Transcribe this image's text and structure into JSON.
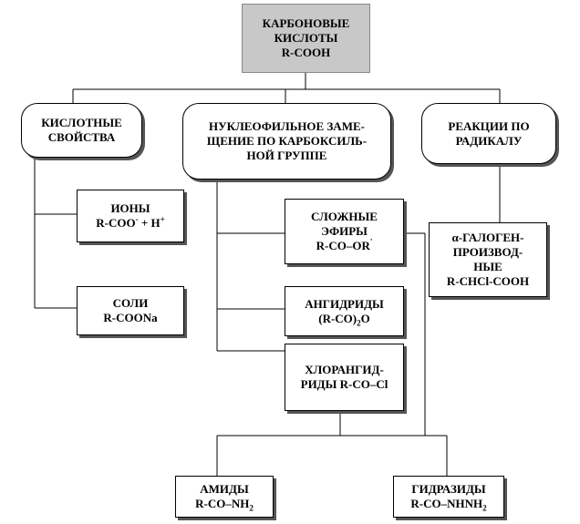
{
  "title": {
    "line1": "КАРБОНОВЫЕ",
    "line2": "КИСЛОТЫ",
    "line3": "R-COOH"
  },
  "branches": {
    "acid": {
      "line1": "КИСЛОТНЫЕ",
      "line2": "СВОЙСТВА"
    },
    "nucleo": {
      "line1": "НУКЛЕОФИЛЬНОЕ ЗАМЕ-",
      "line2": "ЩЕНИЕ ПО КАРБОКСИЛЬ-",
      "line3": "НОЙ ГРУППЕ"
    },
    "radical": {
      "line1": "РЕАКЦИИ ПО",
      "line2": "РАДИКАЛУ"
    }
  },
  "products": {
    "ions": {
      "line1": "ИОНЫ",
      "formula_a": "R-COO",
      "formula_b": "-",
      "formula_c": " + H",
      "formula_d": "+"
    },
    "salts": {
      "line1": "СОЛИ",
      "line2": "R-COONa"
    },
    "esters": {
      "line1": "СЛОЖНЫЕ",
      "line2": "ЭФИРЫ",
      "formula_a": "R-CO–OR",
      "formula_b": "'"
    },
    "anhydrides": {
      "line1": "АНГИДРИДЫ",
      "formula_a": "(R-CO)",
      "formula_b": "2",
      "formula_c": "O"
    },
    "chlorides": {
      "line1": "ХЛОРАНГИД-",
      "line2": "РИДЫ R-CO–Cl"
    },
    "halo": {
      "line1": "α-ГАЛОГЕН-",
      "line2": "ПРОИЗВОД-",
      "line3": "НЫЕ",
      "line4": "R-CHCl-COOH"
    },
    "amides": {
      "line1": "АМИДЫ",
      "formula_a": "R-CO–NH",
      "formula_b": "2"
    },
    "hydrazides": {
      "line1": "ГИДРАЗИДЫ",
      "formula_a": "R-CO–NHNH",
      "formula_b": "2"
    }
  }
}
